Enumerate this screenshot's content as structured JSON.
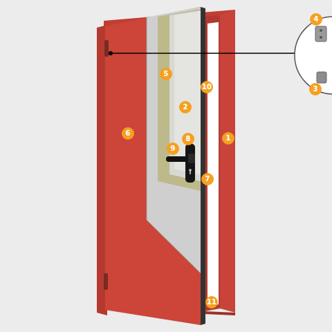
{
  "diagram": {
    "labels": [
      "4",
      "3",
      "5",
      "10",
      "2",
      "6",
      "8",
      "1",
      "9",
      "7",
      "11"
    ]
  }
}
